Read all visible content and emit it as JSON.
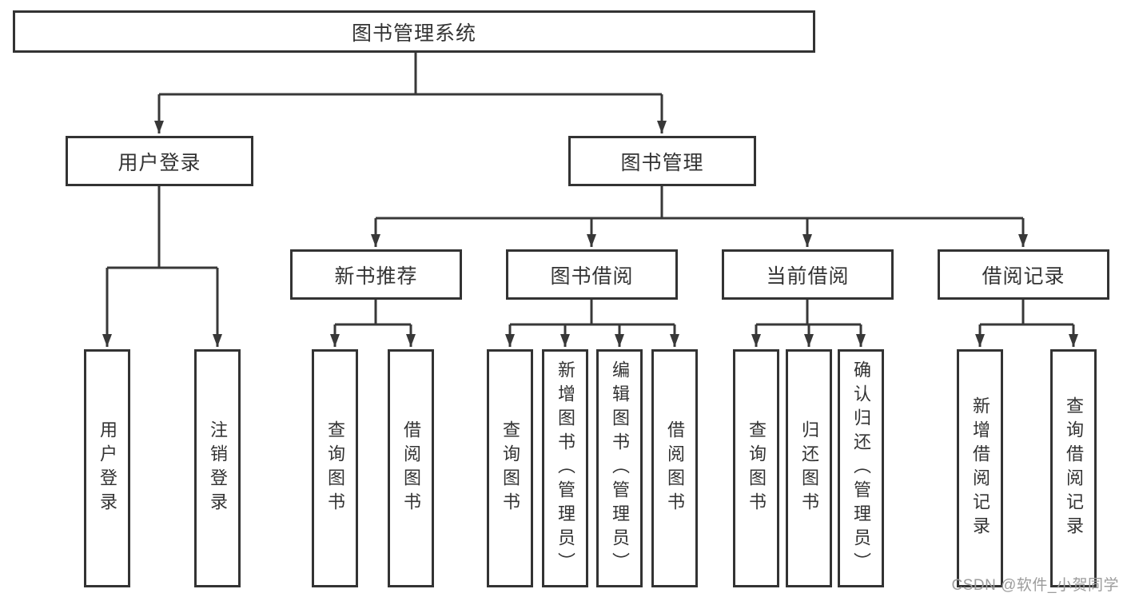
{
  "colors": {
    "line": "#383838",
    "border": "#333333",
    "text": "#333333",
    "box-bg": "#ffffff",
    "background": "#ffffff",
    "watermark": "#9c9c9c"
  },
  "tree": {
    "root": {
      "label": "图书管理系统"
    },
    "branches": [
      {
        "label": "用户登录",
        "leaves": [
          "用户登录",
          "注销登录"
        ]
      },
      {
        "label": "图书管理",
        "groups": [
          {
            "label": "新书推荐",
            "leaves": [
              "查询图书",
              "借阅图书"
            ]
          },
          {
            "label": "图书借阅",
            "leaves": [
              "查询图书",
              "新增图书（管理员）",
              "编辑图书（管理员）",
              "借阅图书"
            ]
          },
          {
            "label": "当前借阅",
            "leaves": [
              "查询图书",
              "归还图书",
              "确认归还（管理员）"
            ]
          },
          {
            "label": "借阅记录",
            "leaves": [
              "新增借阅记录",
              "查询借阅记录"
            ]
          }
        ]
      }
    ]
  },
  "watermark": "CSDN @软件_小贺同学"
}
